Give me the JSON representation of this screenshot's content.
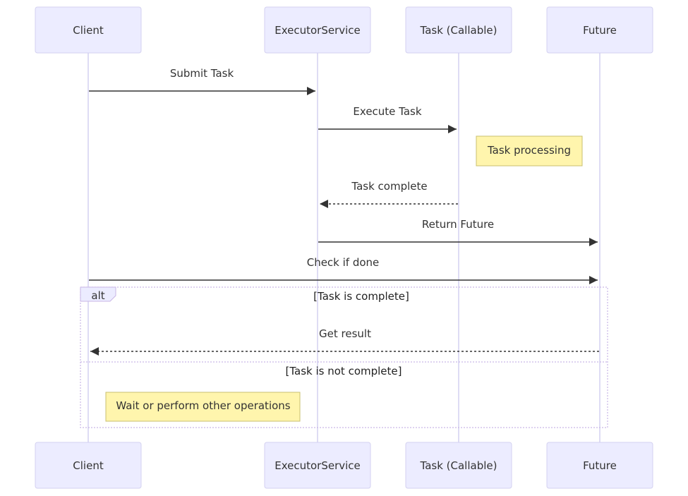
{
  "participants": [
    {
      "label": "Client"
    },
    {
      "label": "ExecutorService"
    },
    {
      "label": "Task (Callable)"
    },
    {
      "label": "Future"
    }
  ],
  "messages": [
    {
      "from": "Client",
      "to": "ExecutorService",
      "label": "Submit Task",
      "style": "solid"
    },
    {
      "from": "ExecutorService",
      "to": "Task (Callable)",
      "label": "Execute Task",
      "style": "solid"
    },
    {
      "from": "Task (Callable)",
      "to": "ExecutorService",
      "label": "Task complete",
      "style": "dotted"
    },
    {
      "from": "ExecutorService",
      "to": "Future",
      "label": "Return Future",
      "style": "solid"
    },
    {
      "from": "Client",
      "to": "Future",
      "label": "Check if done",
      "style": "solid"
    },
    {
      "from": "Future",
      "to": "Client",
      "label": "Get result",
      "style": "dotted"
    }
  ],
  "notes": [
    {
      "label": "Task processing"
    },
    {
      "label": "Wait or perform other operations"
    }
  ],
  "alt_frame": {
    "keyword": "alt",
    "condition_1": "[Task is complete]",
    "condition_2": "[Task is not complete]"
  },
  "colors": {
    "actor_fill": "#ececff",
    "actor_stroke": "#d3d1f0",
    "note_fill": "#fff5ad",
    "line": "#333333"
  }
}
